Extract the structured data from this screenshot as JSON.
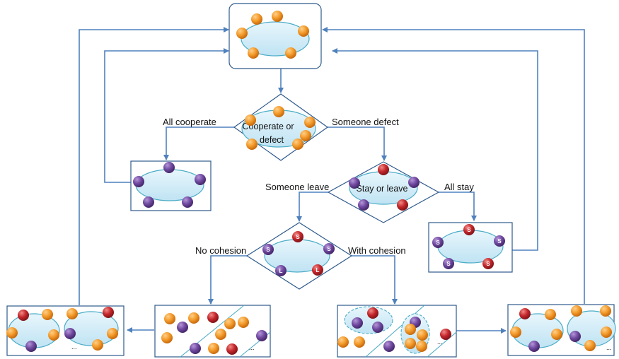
{
  "colors": {
    "arrow": "#4f81bd",
    "box_border": "#2e5a8c",
    "ellipse_fill": "#d4ecf7",
    "ellipse_stroke": "#4bacc6",
    "orange": "#f39a2a",
    "purple": "#7049a0",
    "red": "#c4262b"
  },
  "labels": {
    "all_cooperate": "All cooperate",
    "someone_defect": "Someone defect",
    "someone_leave": "Someone leave",
    "all_stay": "All stay",
    "no_cohesion": "No cohesion",
    "with_cohesion": "With cohesion"
  },
  "decisions": {
    "cooperate_line1": "Cooperate or",
    "cooperate_line2": "defect",
    "stay_or_leave": "Stay or leave"
  },
  "ball_letters": {
    "stay": "S",
    "leave": "L"
  },
  "ellipsis": "..."
}
